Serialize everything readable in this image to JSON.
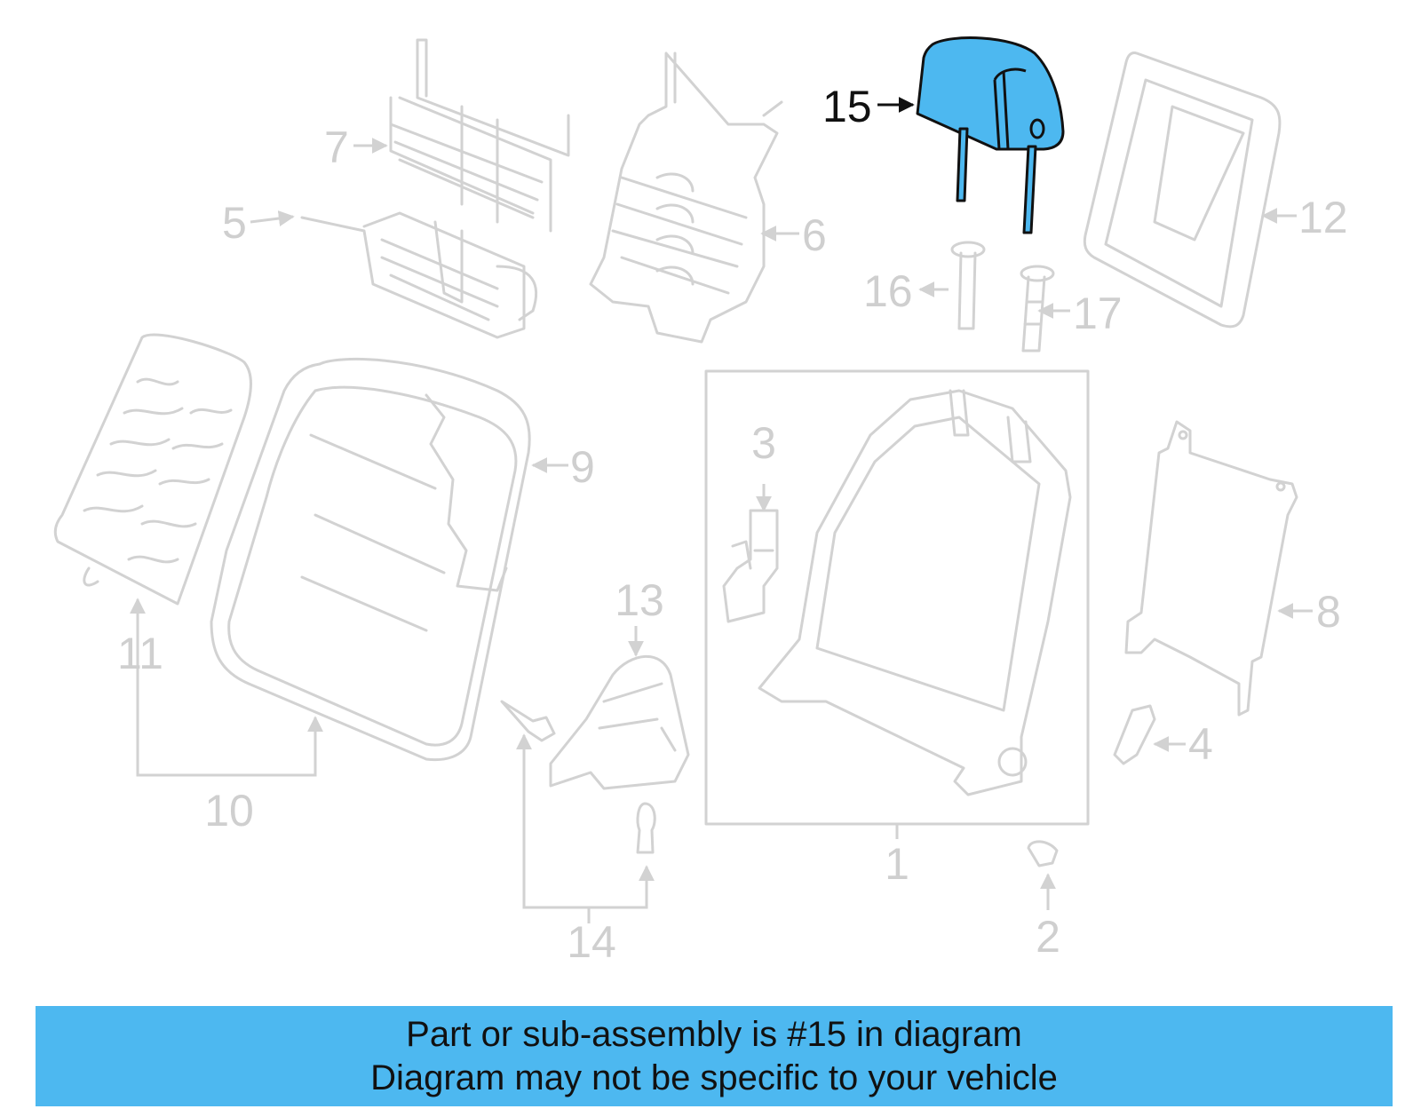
{
  "diagram": {
    "highlight_color": "#4db8f0",
    "line_color": "#d2d2d2",
    "active_callout": "15",
    "callouts": {
      "c1": "1",
      "c2": "2",
      "c3": "3",
      "c4": "4",
      "c5": "5",
      "c6": "6",
      "c7": "7",
      "c8": "8",
      "c9": "9",
      "c10": "10",
      "c11": "11",
      "c12": "12",
      "c13": "13",
      "c14": "14",
      "c15": "15",
      "c16": "16",
      "c17": "17"
    }
  },
  "banner": {
    "line1": "Part or sub-assembly is #15 in diagram",
    "line2": "Diagram may not be specific to your vehicle",
    "background": "#4db8f0"
  }
}
